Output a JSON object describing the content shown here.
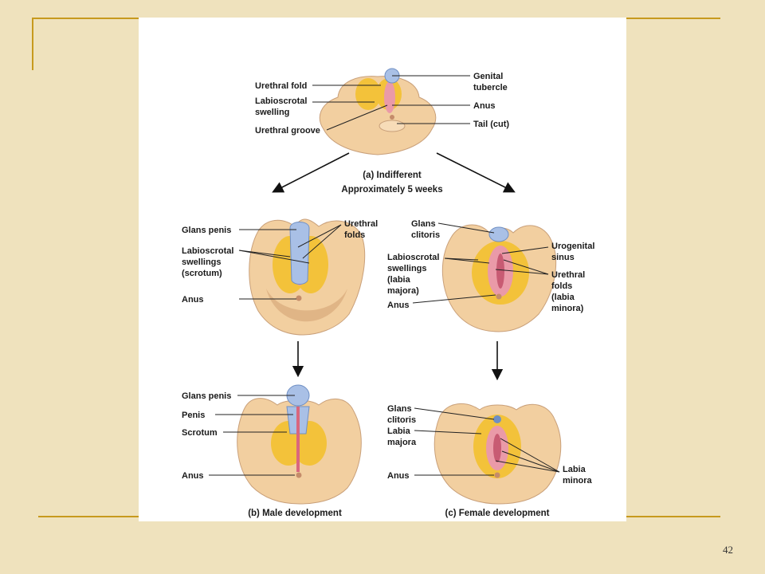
{
  "slide": {
    "page_number": "42"
  },
  "figure": {
    "indifferent": {
      "caption_line1": "(a) Indifferent",
      "caption_line2": "Approximately 5 weeks",
      "labels": {
        "urethral_fold": "Urethral fold",
        "labioscrotal_swelling_1": "Labioscrotal",
        "labioscrotal_swelling_2": "swelling",
        "urethral_groove": "Urethral groove",
        "genital_tubercle_1": "Genital",
        "genital_tubercle_2": "tubercle",
        "anus": "Anus",
        "tail": "Tail (cut)"
      }
    },
    "male_mid": {
      "labels": {
        "glans_penis": "Glans penis",
        "labioscrotal_1": "Labioscrotal",
        "labioscrotal_2": "swellings",
        "labioscrotal_3": "(scrotum)",
        "anus": "Anus",
        "urethral_folds_1": "Urethral",
        "urethral_folds_2": "folds"
      }
    },
    "female_mid": {
      "labels": {
        "glans_clitoris_1": "Glans",
        "glans_clitoris_2": "clitoris",
        "labioscrotal_1": "Labioscrotal",
        "labioscrotal_2": "swellings",
        "labioscrotal_3": "(labia",
        "labioscrotal_4": "majora)",
        "anus": "Anus",
        "urogenital_1": "Urogenital",
        "urogenital_2": "sinus",
        "urethral_1": "Urethral",
        "urethral_2": "folds",
        "urethral_3": "(labia",
        "urethral_4": "minora)"
      }
    },
    "male_final": {
      "caption": "(b) Male development",
      "labels": {
        "glans_penis": "Glans penis",
        "penis": "Penis",
        "scrotum": "Scrotum",
        "anus": "Anus"
      }
    },
    "female_final": {
      "caption": "(c) Female development",
      "labels": {
        "glans_1": "Glans",
        "glans_2": "clitoris",
        "labia_majora_1": "Labia",
        "labia_majora_2": "majora",
        "labia_minora_1": "Labia",
        "labia_minora_2": "minora",
        "anus": "Anus"
      }
    }
  },
  "colors": {
    "background": "#efe2bd",
    "accent_line": "#c79a1e",
    "skin": "#f2cfa0",
    "skin_shade": "#d8a97a",
    "swelling": "#f3c23a",
    "fold_pink": "#ea9aa8",
    "tubercle_blue": "#a9c0e6"
  }
}
